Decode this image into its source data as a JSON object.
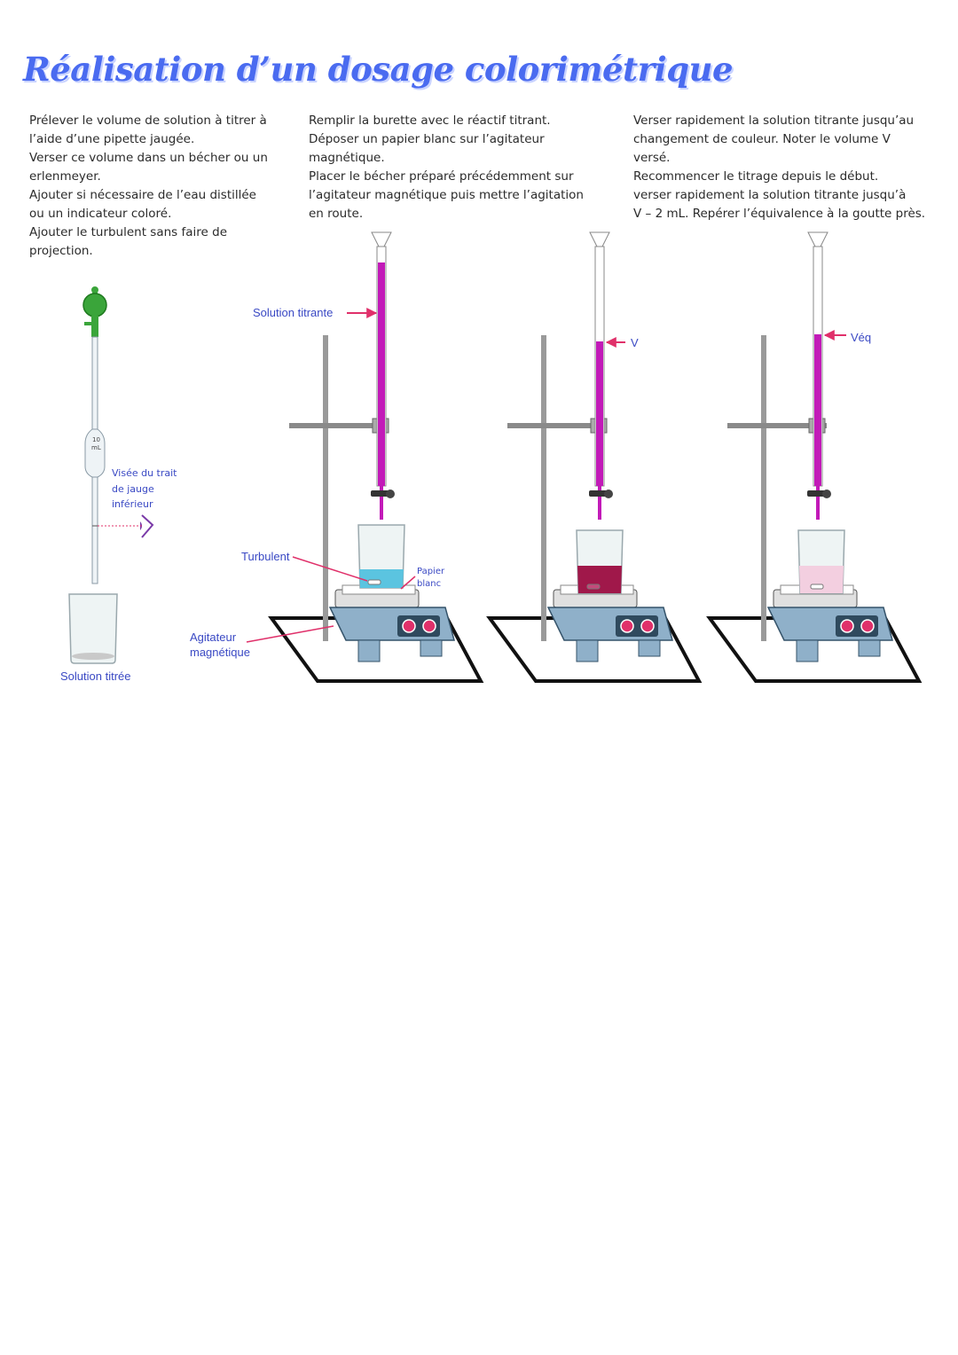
{
  "title": "Réalisation d’un dosage colorimétrique",
  "steps": [
    {
      "lines": [
        "Prélever le volume de solution à titrer à",
        "l’aide d’une pipette jaugée.",
        "Verser ce volume dans un bécher ou un",
        "erlenmeyer.",
        "Ajouter si nécessaire de l’eau distillée",
        "ou un indicateur coloré.",
        "Ajouter le turbulent sans faire de",
        "projection."
      ]
    },
    {
      "lines": [
        "Remplir la burette avec le réactif titrant.",
        "Déposer un papier blanc sur l’agitateur",
        "magnétique.",
        "Placer le bécher préparé précédemment sur",
        "l’agitateur magnétique puis mettre l’agitation",
        "en route."
      ]
    },
    {
      "lines": [
        "Verser rapidement la solution titrante jusqu’au",
        "changement de couleur. Noter le volume V",
        "versé.",
        "Recommencer le titrage depuis le début.",
        "verser rapidement la solution titrante jusqu’à",
        "V – 2 mL. Repérer l’équivalence à la goutte près."
      ]
    }
  ],
  "labels": {
    "pipette_volume_1": "10",
    "pipette_volume_2": "mL",
    "visee_1": "Visée du trait",
    "visee_2": "de jauge",
    "visee_3": "inférieur",
    "solution_titree": "Solution titrée",
    "solution_titrante": "Solution titrante",
    "turbulent": "Turbulent",
    "papier_1": "Papier",
    "papier_2": "blanc",
    "agitateur_1": "Agitateur",
    "agitateur_2": "magnétique",
    "volume_v": "V",
    "volume_veq": "Véq"
  },
  "colors": {
    "title": "#4a6bf0",
    "label": "#3a49c4",
    "titrant": "#c21ab8",
    "beaker_initial": "#5bc4e0",
    "beaker_after_v": "#a0184a",
    "beaker_equivalence": "#f3cfe0",
    "stirrer_body": "#8fb0c9",
    "knob": "#e0306a",
    "arrow": "#e0306a",
    "pipette_bulb": "#3aa53a"
  }
}
